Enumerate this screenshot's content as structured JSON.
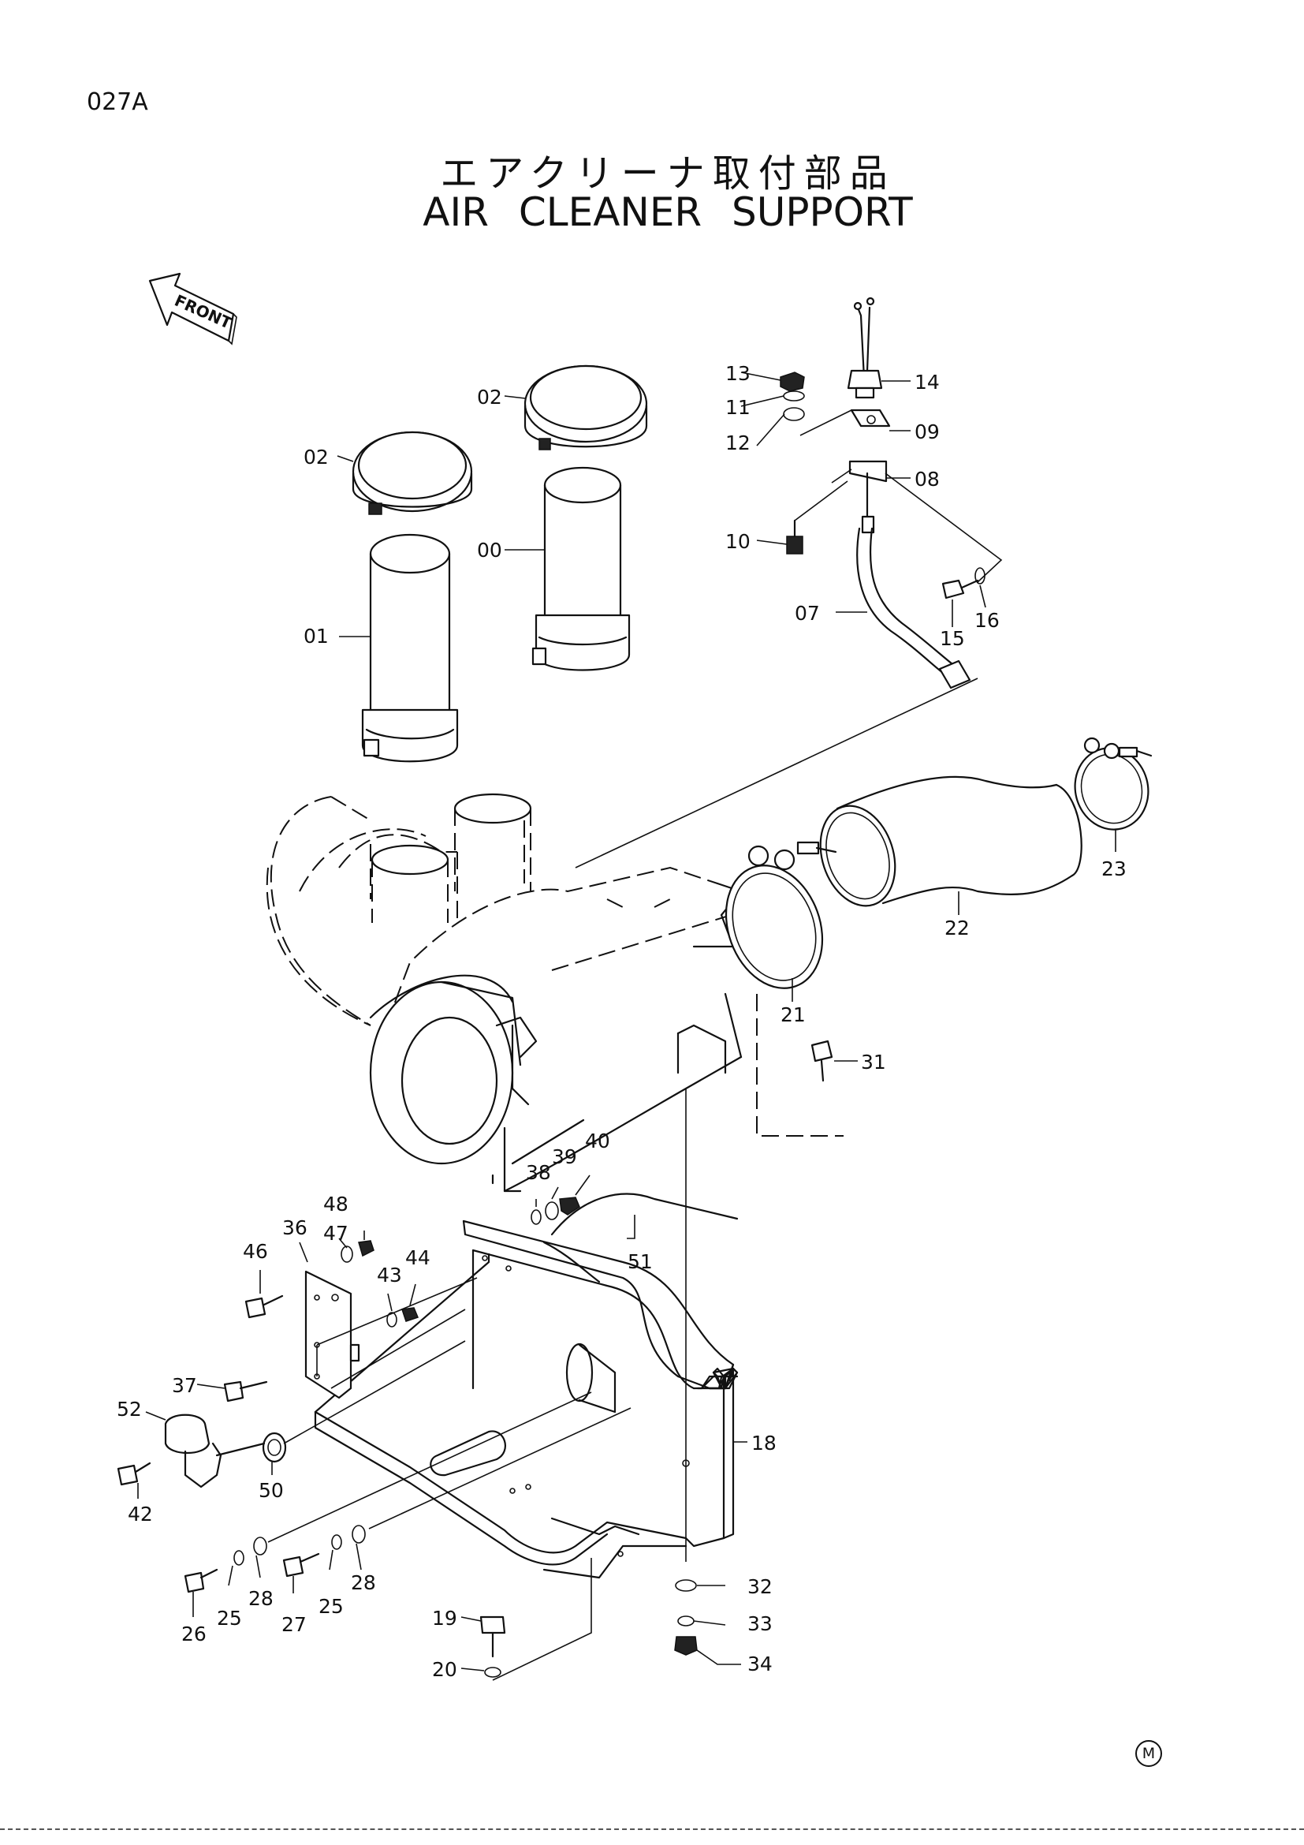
{
  "page_code": "027A",
  "title_jp": "エアクリーナ取付部品",
  "title_en": "AIR CLEANER SUPPORT",
  "front_marker": "FRONT",
  "badge": "M",
  "callouts": {
    "c00": "00",
    "c01": "01",
    "c02a": "02",
    "c02b": "02",
    "c07": "07",
    "c08": "08",
    "c09": "09",
    "c10": "10",
    "c11": "11",
    "c12": "12",
    "c13": "13",
    "c14": "14",
    "c15": "15",
    "c16": "16",
    "c18": "18",
    "c19": "19",
    "c20": "20",
    "c21": "21",
    "c22": "22",
    "c23": "23",
    "c25a": "25",
    "c25b": "25",
    "c26": "26",
    "c27": "27",
    "c28a": "28",
    "c28b": "28",
    "c31": "31",
    "c32": "32",
    "c33": "33",
    "c34": "34",
    "c36": "36",
    "c37": "37",
    "c38": "38",
    "c39": "39",
    "c40": "40",
    "c42": "42",
    "c43": "43",
    "c44": "44",
    "c46": "46",
    "c47": "47",
    "c48": "48",
    "c50": "50",
    "c51": "51",
    "c52": "52"
  }
}
